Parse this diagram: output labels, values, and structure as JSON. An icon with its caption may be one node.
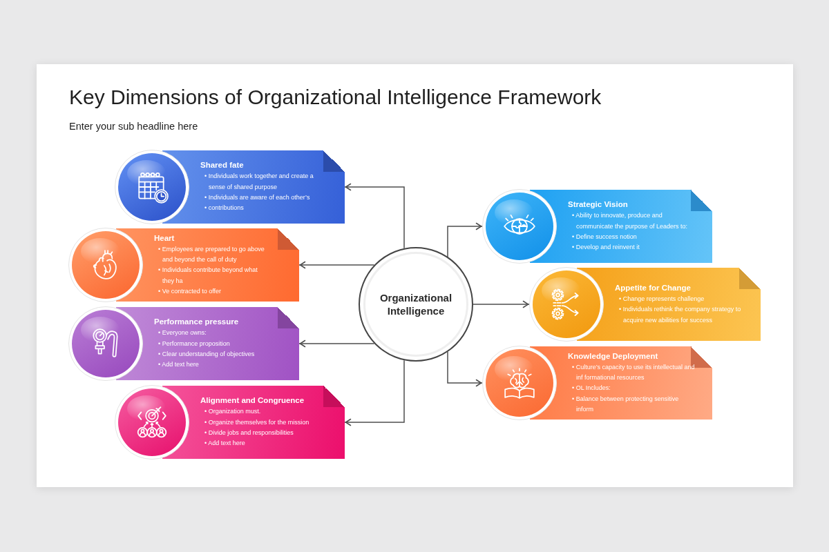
{
  "diagram": {
    "title": "Key Dimensions of Organizational Intelligence Framework",
    "nodes": [
      {
        "text": [
          "Organizational Intelligence"
        ]
      },
      {
        "text": [
          "Shared fate",
          "• Individuals work together and create a sense of shared purpose",
          "• Individuals are aware of each other’s",
          "• contributions"
        ]
      },
      {
        "text": [
          "Heart",
          "• Employees are prepared to go above and beyond the call of duty",
          "• Individuals contribute beyond what they ha",
          "• Ve contracted to offer"
        ]
      },
      {
        "text": [
          "Performance pressure",
          "• Everyone owns:",
          "• Performance proposition",
          "• Clear understanding of objectives",
          "• Add text here"
        ]
      },
      {
        "text": [
          "Alignment and Congruence",
          "• Organization must.",
          "• Organize themselves for the mission",
          "• Divide jobs and responsibilities",
          "• Add text here"
        ]
      },
      {
        "text": [
          "Strategic Vision",
          "• Ability to innovate, produce and communicate the purpose of Leaders to:",
          "• Define success notion",
          "• Develop and reinvent it"
        ]
      },
      {
        "text": [
          "Appetite for Change",
          "• Change represents challenge",
          "• Individuals rethink the company strategy to acquire new abilities for success"
        ]
      },
      {
        "text": [
          "Knowledge Deployment",
          "• Culture’s capacity to use its intellectual and inf formational resources",
          "• OL Includes:",
          "• Balance between protecting sensitive inform"
        ]
      }
    ],
    "edges": [
      {
        "from": 0,
        "to": 1,
        "arrow": "to"
      },
      {
        "from": 0,
        "to": 2,
        "arrow": "to"
      },
      {
        "from": 0,
        "to": 3,
        "arrow": "to"
      },
      {
        "from": 0,
        "to": 4,
        "arrow": "to"
      },
      {
        "from": 0,
        "to": 5,
        "arrow": "to"
      },
      {
        "from": 0,
        "to": 6,
        "arrow": "to"
      },
      {
        "from": 0,
        "to": 7,
        "arrow": "to"
      }
    ],
    "labels": [
      "Enter your sub headline here"
    ]
  }
}
